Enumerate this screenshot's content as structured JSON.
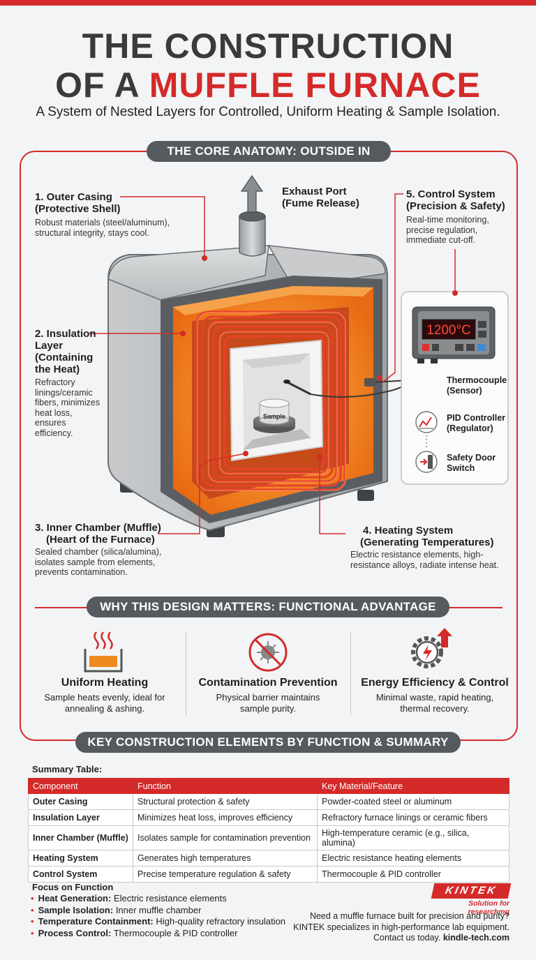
{
  "header": {
    "title_line1": "THE CONSTRUCTION",
    "title_line2_a": "OF A ",
    "title_line2_b": "MUFFLE FURNACE",
    "subtitle": "A System of Nested Layers for Controlled, Uniform Heating & Sample Isolation."
  },
  "sections": {
    "anatomy": "THE CORE ANATOMY: OUTSIDE IN",
    "why": "WHY THIS DESIGN MATTERS: FUNCTIONAL ADVANTAGE",
    "key": "KEY CONSTRUCTION ELEMENTS BY FUNCTION & SUMMARY"
  },
  "labels": {
    "outer_title_1": "1. Outer Casing",
    "outer_title_2": "(Protective Shell)",
    "outer_desc_1": "Robust materials (steel/aluminum),",
    "outer_desc_2": "structural integrity, stays cool.",
    "exhaust_1": "Exhaust Port",
    "exhaust_2": "(Fume Release)",
    "control_title_1": "5. Control System",
    "control_title_2": "(Precision & Safety)",
    "control_desc_1": "Real-time monitoring,",
    "control_desc_2": "precise regulation,",
    "control_desc_3": "immediate cut-off.",
    "insul_title_1": "2. Insulation",
    "insul_title_2": "Layer",
    "insul_title_3": "(Containing",
    "insul_title_4": "the Heat)",
    "insul_desc_1": "Refractory",
    "insul_desc_2": "linings/ceramic",
    "insul_desc_3": "fibers, minimizes",
    "insul_desc_4": "heat loss,",
    "insul_desc_5": "ensures",
    "insul_desc_6": "efficiency.",
    "inner_title_1": "3. Inner Chamber (Muffle)",
    "inner_title_2": "(Heart of the Furnace)",
    "inner_desc_1": "Sealed chamber (silica/alumina),",
    "inner_desc_2": "isolates sample from elements,",
    "inner_desc_3": "prevents contamination.",
    "heat_title_1": "4. Heating System",
    "heat_title_2": "(Generating Temperatures)",
    "heat_desc_1": "Electric resistance elements, high-",
    "heat_desc_2": "resistance alloys, radiate intense heat.",
    "thermo_1": "Thermocouple",
    "thermo_2": "(Sensor)",
    "pid_1": "PID Controller",
    "pid_2": "(Regulator)",
    "safety_1": "Safety Door",
    "safety_2": "Switch",
    "sample": "Sample",
    "display": "1200°C"
  },
  "advantages": [
    {
      "title": "Uniform Heating",
      "desc_1": "Sample heats evenly, ideal for",
      "desc_2": "annealing & ashing.",
      "icon": "heat-waves-icon"
    },
    {
      "title": "Contamination Prevention",
      "desc_1": "Physical barrier maintains",
      "desc_2": "sample purity.",
      "icon": "no-contamination-icon"
    },
    {
      "title": "Energy Efficiency & Control",
      "desc_1": "Minimal waste, rapid heating,",
      "desc_2": "thermal recovery.",
      "icon": "gear-power-icon"
    }
  ],
  "table": {
    "caption": "Summary Table:",
    "headers": [
      "Component",
      "Function",
      "Key Material/Feature"
    ],
    "rows": [
      [
        "Outer Casing",
        "Structural protection & safety",
        "Powder-coated steel or aluminum"
      ],
      [
        "Insulation Layer",
        "Minimizes heat loss, improves efficiency",
        "Refractory furnace linings or ceramic fibers"
      ],
      [
        "Inner Chamber (Muffle)",
        "Isolates sample for contamination prevention",
        "High-temperature ceramic (e.g., silica, alumina)"
      ],
      [
        "Heating System",
        "Generates high temperatures",
        "Electric resistance heating elements"
      ],
      [
        "Control System",
        "Precise temperature regulation & safety",
        "Thermocouple & PID controller"
      ]
    ]
  },
  "focus": {
    "title": "Focus on Function",
    "items": [
      {
        "k": "Heat Generation:",
        "v": " Electric resistance elements"
      },
      {
        "k": "Sample Isolation:",
        "v": " Inner muffle chamber"
      },
      {
        "k": "Temperature Containment:",
        "v": " High-quality refractory insulation"
      },
      {
        "k": "Process Control:",
        "v": " Thermocouple & PID controller"
      }
    ]
  },
  "brand": {
    "logo": "KINTEK",
    "tagline": "Solution for researchmg",
    "cta_1": "Need a muffle furnace built for precision and purity?",
    "cta_2": "KINTEK specializes in high-performance lab equipment.",
    "cta_3a": "Contact us today. ",
    "cta_3b": "kindle-tech.com"
  },
  "colors": {
    "accent": "#d42a2a",
    "pill": "#555a5e",
    "insulation": "#f08a1e",
    "coil": "#e8402a"
  }
}
